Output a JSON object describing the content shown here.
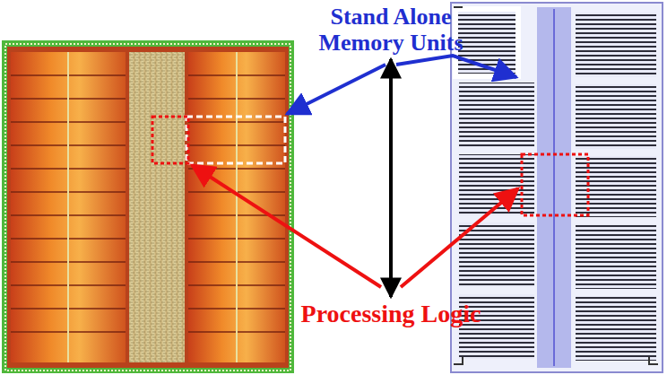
{
  "diagram": {
    "nodes": [
      {
        "text": [
          "Stand Alone Memory Units"
        ]
      },
      {
        "text": [
          "Processing Logic"
        ]
      }
    ],
    "edges": [
      {
        "from": 0,
        "to": 1,
        "arrow": "both"
      }
    ]
  }
}
